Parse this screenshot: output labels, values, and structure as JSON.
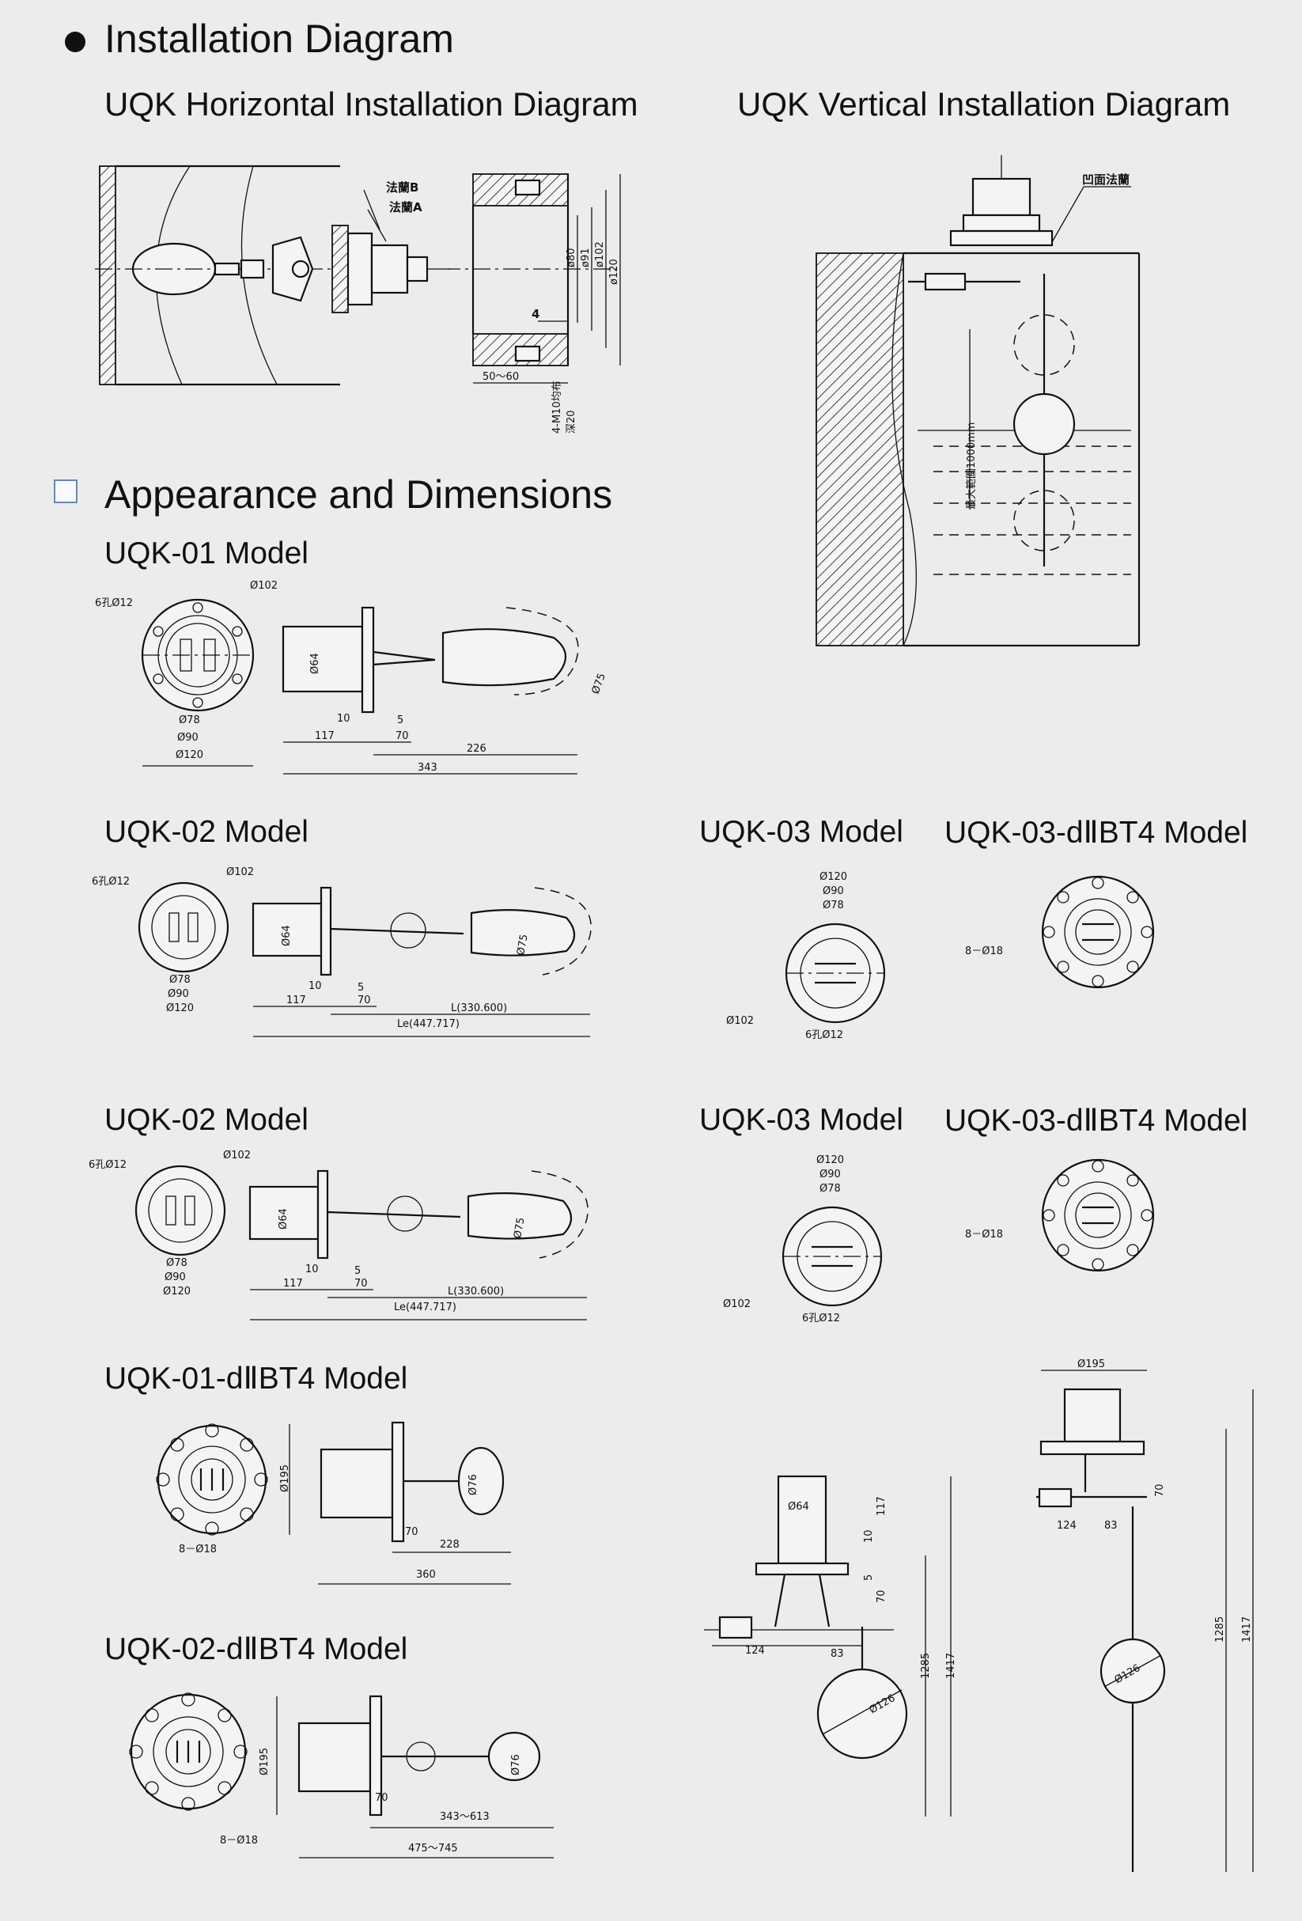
{
  "sections": {
    "installation": {
      "title": "Installation Diagram"
    },
    "appearance": {
      "title": "Appearance and Dimensions"
    }
  },
  "installation": {
    "horizontal_title": "UQK Horizontal Installation Diagram",
    "vertical_title": "UQK Vertical Installation Diagram",
    "horizontal_labels": {
      "flange_b": "法蘭B",
      "flange_a": "法蘭A",
      "d80": "ø80",
      "d91": "ø91",
      "d102": "ø102",
      "d120": "ø120",
      "four": "4",
      "range_50_60": "50～60",
      "m10": "4-M10均布",
      "deep20": "深20"
    },
    "vertical_labels": {
      "flange": "凹面法蘭",
      "range": "最大範圍1000mm"
    }
  },
  "models": {
    "uqk01": {
      "title": "UQK-01 Model",
      "labels": {
        "holes": "6孔Ø12",
        "d102": "Ø102",
        "d78": "Ø78",
        "d90": "Ø90",
        "d120": "Ø120",
        "d64": "Ø64",
        "d75": "Ø75",
        "n10": "10",
        "n5": "5",
        "n117": "117",
        "n70": "70",
        "n226": "226",
        "n343": "343"
      }
    },
    "uqk02a": {
      "title": "UQK-02 Model",
      "labels": {
        "holes": "6孔Ø12",
        "d102": "Ø102",
        "d78": "Ø78",
        "d90": "Ø90",
        "d120": "Ø120",
        "d64": "Ø64",
        "d75": "Ø75",
        "n10": "10",
        "n5": "5",
        "n117": "117",
        "n70": "70",
        "L": "L(330.600)",
        "Le": "Le(447.717)"
      }
    },
    "uqk03a": {
      "title": "UQK-03 Model",
      "labels": {
        "d120": "Ø120",
        "d90": "Ø90",
        "d78": "Ø78",
        "d102": "Ø102",
        "holes": "6孔Ø12"
      }
    },
    "uqk03dbt4a": {
      "title": "UQK-03-dⅡBT4 Model",
      "labels": {
        "holes": "8－Ø18"
      }
    },
    "uqk02b": {
      "title": "UQK-02 Model",
      "labels": {
        "holes": "6孔Ø12",
        "d102": "Ø102",
        "d78": "Ø78",
        "d90": "Ø90",
        "d120": "Ø120",
        "d64": "Ø64",
        "d75": "Ø75",
        "n10": "10",
        "n5": "5",
        "n117": "117",
        "n70": "70",
        "L": "L(330.600)",
        "Le": "Le(447.717)"
      }
    },
    "uqk03b": {
      "title": "UQK-03 Model",
      "labels": {
        "d120": "Ø120",
        "d90": "Ø90",
        "d78": "Ø78",
        "d102": "Ø102",
        "holes": "6孔Ø12"
      }
    },
    "uqk03dbt4b": {
      "title": "UQK-03-dⅡBT4 Model",
      "labels": {
        "holes": "8－Ø18"
      }
    },
    "uqk01dbt4": {
      "title": "UQK-01-dⅡBT4 Model",
      "labels": {
        "holes": "8－Ø18",
        "d195": "Ø195",
        "d76": "Ø76",
        "n70": "70",
        "n228": "228",
        "n360": "360"
      }
    },
    "uqk02dbt4": {
      "title": "UQK-02-dⅡBT4 Model",
      "labels": {
        "holes": "8－Ø18",
        "d195": "Ø195",
        "d76": "Ø76",
        "n70": "70",
        "r343": "343～613",
        "r475": "475～745"
      }
    },
    "vert03": {
      "labels": {
        "d64": "Ø64",
        "n117": "117",
        "n10": "10",
        "n5": "5",
        "n70": "70",
        "n124": "124",
        "n83": "83",
        "n1285": "1285",
        "n1417": "1417",
        "d126": "Ø126"
      }
    },
    "vert03d": {
      "labels": {
        "d195": "Ø195",
        "n70": "70",
        "n124": "124",
        "n83": "83",
        "d126": "Ø126",
        "n1285": "1285",
        "n1417": "1417"
      }
    }
  }
}
